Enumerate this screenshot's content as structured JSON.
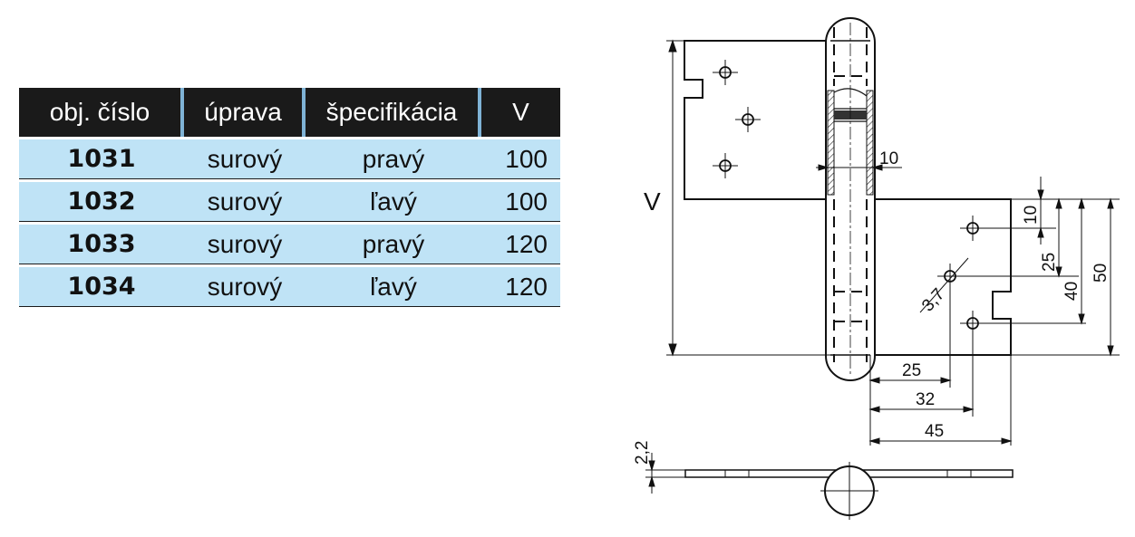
{
  "table": {
    "headers": [
      "obj. číslo",
      "úprava",
      "špecifikácia",
      "V"
    ],
    "rows": [
      {
        "code": "1031",
        "finish": "surový",
        "spec": "pravý",
        "v": "100"
      },
      {
        "code": "1032",
        "finish": "surový",
        "spec": "ľavý",
        "v": "100"
      },
      {
        "code": "1033",
        "finish": "surový",
        "spec": "pravý",
        "v": "120"
      },
      {
        "code": "1034",
        "finish": "surový",
        "spec": "ľavý",
        "v": "120"
      }
    ]
  },
  "drawing": {
    "height_label": "V",
    "dim_pin": "10",
    "dim_top_hole": "10",
    "dim_mid_hole": "25",
    "dim_low_hole": "40",
    "dim_total": "50",
    "dim_hole_dia": "3,7",
    "dim_x_25": "25",
    "dim_x_32": "32",
    "dim_x_45": "45",
    "dim_thickness": "2,2"
  }
}
